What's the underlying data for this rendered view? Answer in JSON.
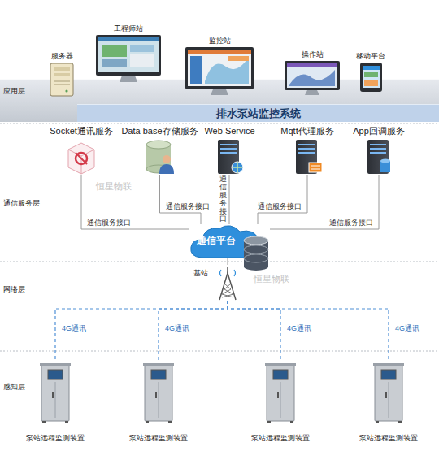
{
  "diagram": {
    "nodes": [
      {
        "text": [
          "排水泵站监控系统"
        ]
      },
      {
        "text": [
          "服务器"
        ]
      },
      {
        "text": [
          "工程师站"
        ]
      },
      {
        "text": [
          "监控站"
        ]
      },
      {
        "text": [
          "操作站"
        ]
      },
      {
        "text": [
          "移动平台"
        ]
      },
      {
        "text": [
          "Socket通讯服务"
        ]
      },
      {
        "text": [
          "Data base存储服务"
        ]
      },
      {
        "text": [
          "Web Service"
        ]
      },
      {
        "text": [
          "Mqtt代理服务"
        ]
      },
      {
        "text": [
          "App回调服务"
        ]
      },
      {
        "text": [
          "通信平台"
        ]
      },
      {
        "text": [
          "基站"
        ]
      },
      {
        "text": [
          "泵站远程监测装置"
        ]
      },
      {
        "text": [
          "泵站远程监测装置"
        ]
      },
      {
        "text": [
          "泵站远程监测装置"
        ]
      },
      {
        "text": [
          "泵站远程监测装置"
        ]
      }
    ],
    "edges": [
      {
        "from": 6,
        "to": 11,
        "label": "通信服务接口",
        "arrow": "none"
      },
      {
        "from": 7,
        "to": 11,
        "label": "通信服务接口",
        "arrow": "none"
      },
      {
        "from": 8,
        "to": 11,
        "label": "通信服务接口",
        "arrow": "none"
      },
      {
        "from": 9,
        "to": 11,
        "label": "通信服务接口",
        "arrow": "none"
      },
      {
        "from": 10,
        "to": 11,
        "label": "通信服务接口",
        "arrow": "none"
      },
      {
        "from": 11,
        "to": 12,
        "arrow": "none"
      },
      {
        "from": 12,
        "to": 13,
        "label": "4G通讯",
        "arrow": "none"
      },
      {
        "from": 12,
        "to": 14,
        "label": "4G通讯",
        "arrow": "none"
      },
      {
        "from": 12,
        "to": 15,
        "label": "4G通讯",
        "arrow": "none"
      },
      {
        "from": 12,
        "to": 16,
        "label": "4G通讯",
        "arrow": "none"
      }
    ],
    "labels": [
      "应用层",
      "通信服务层",
      "网络层",
      "感知层",
      "恒星物联",
      "恒星物联"
    ]
  }
}
